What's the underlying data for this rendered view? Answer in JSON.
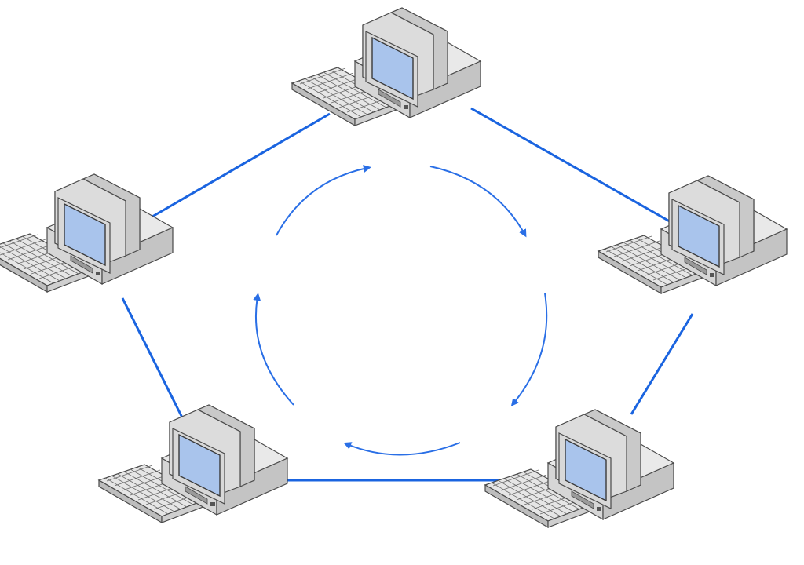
{
  "diagram": {
    "topology": "ring",
    "link_color": "#1a64e0",
    "flow_color": "#2a6fe6",
    "flow_direction": "clockwise",
    "nodes": [
      {
        "id": "node-top",
        "icon": "desktop-computer-icon"
      },
      {
        "id": "node-right",
        "icon": "desktop-computer-icon"
      },
      {
        "id": "node-bottom-right",
        "icon": "desktop-computer-icon"
      },
      {
        "id": "node-bottom-left",
        "icon": "desktop-computer-icon"
      },
      {
        "id": "node-left",
        "icon": "desktop-computer-icon"
      }
    ],
    "links": [
      [
        "node-top",
        "node-right"
      ],
      [
        "node-right",
        "node-bottom-right"
      ],
      [
        "node-bottom-right",
        "node-bottom-left"
      ],
      [
        "node-bottom-left",
        "node-left"
      ],
      [
        "node-left",
        "node-top"
      ]
    ]
  }
}
